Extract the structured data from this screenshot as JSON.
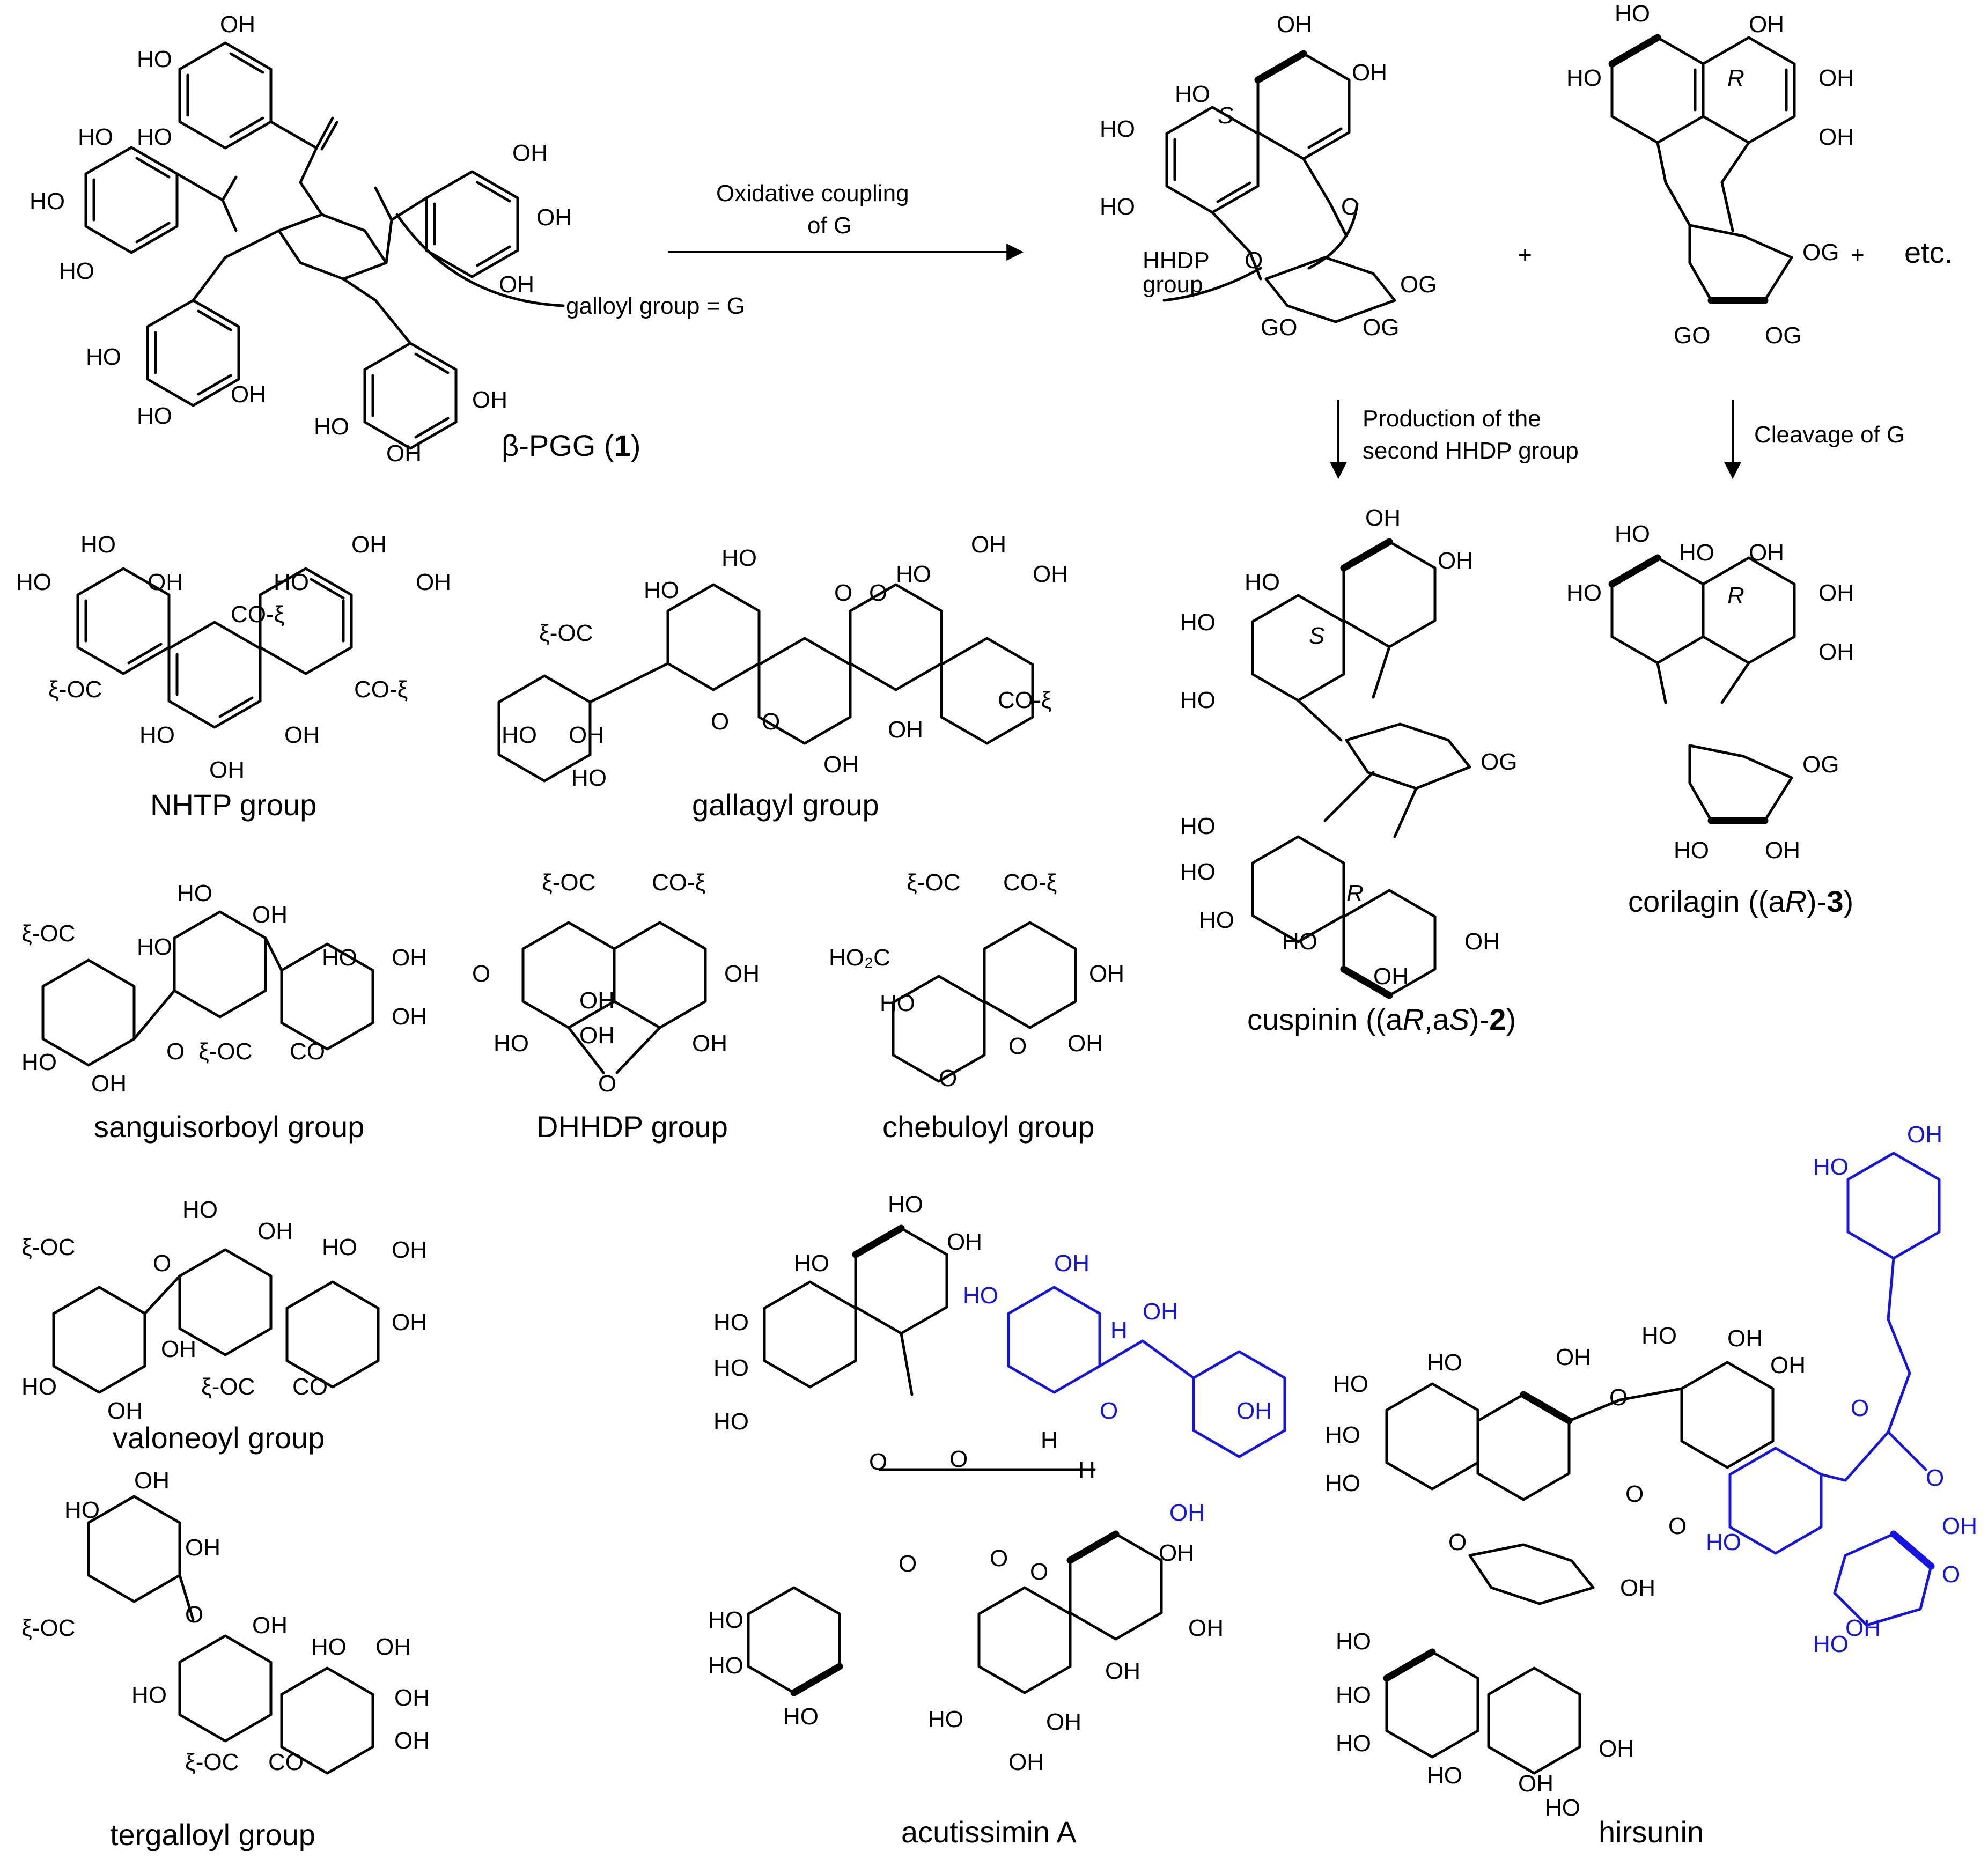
{
  "reaction": {
    "arrow1_line1": "Oxidative coupling",
    "arrow1_line2": "of G",
    "galloyl_note": "galloyl group = G",
    "hhdp_line1": "HHDP",
    "hhdp_line2": "group",
    "plus": "+",
    "etc": "etc.",
    "arrow2_line1": "Production of the",
    "arrow2_line2": "second HHDP group",
    "arrow3": "Cleavage of G",
    "stereo_s": "S",
    "stereo_r": "R"
  },
  "compounds": {
    "pgg": {
      "prefix": "β-PGG (",
      "number": "1",
      "suffix": ")"
    },
    "cuspinin": {
      "text1": "cuspinin ((a",
      "text2": "R",
      "text3": ",a",
      "text4": "S",
      "text5": ")-",
      "number": "2",
      "text6": ")"
    },
    "corilagin": {
      "text1": "corilagin ((a",
      "text2": "R",
      "text3": ")-",
      "number": "3",
      "text4": ")"
    },
    "acutissimin": "acutissimin A",
    "hirsunin": "hirsunin"
  },
  "groups": {
    "nhtp": "NHTP group",
    "gallagyl": "gallagyl group",
    "sanguisorboyl": "sanguisorboyl group",
    "dhhdp": "DHHDP group",
    "chebuloyl": "chebuloyl group",
    "valoneoyl": "valoneoyl group",
    "tergalloyl": "tergalloyl group"
  },
  "atom_labels": {
    "oh": "OH",
    "ho": "HO",
    "o": "O",
    "h": "H",
    "og": "OG",
    "go": "GO",
    "oc_left": "ξ-OC",
    "co_right": "CO-ξ",
    "ho2c": "HO₂C",
    "co": "CO"
  },
  "colors": {
    "structure": "#000000",
    "highlight": "#1414e6"
  }
}
